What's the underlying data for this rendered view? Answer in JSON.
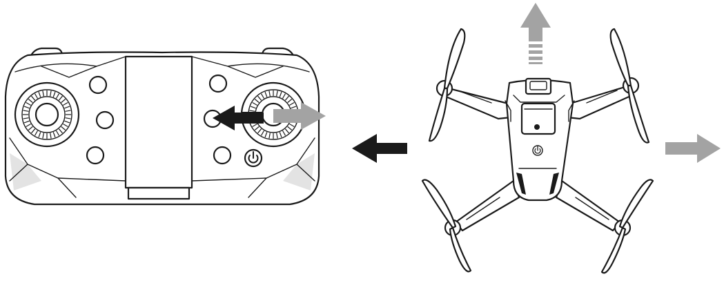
{
  "diagram": {
    "controller": {
      "left_buttons": 3,
      "right_buttons": 3,
      "power_icon": "power-icon"
    },
    "left_stick_motion": "left-right",
    "drone_motion": [
      "rise",
      "left",
      "right"
    ],
    "colors": {
      "line": "#1a1a1a",
      "background": "#ffffff",
      "arrow_dark": "#1a1a1a",
      "arrow_light": "#a3a3a3"
    }
  }
}
